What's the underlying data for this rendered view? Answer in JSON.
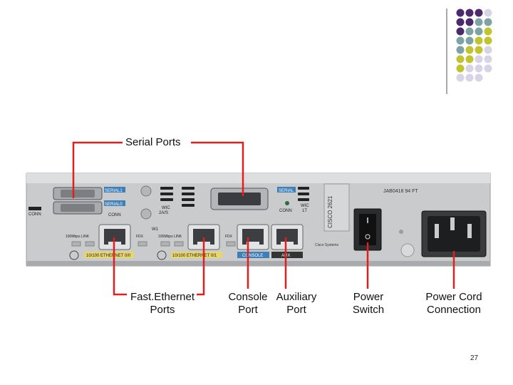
{
  "decor": {
    "dot_colors": {
      "purple": "#4b2a6b",
      "teal": "#7ea3a5",
      "olive": "#c2c330",
      "lavender": "#d8d4e6"
    },
    "rule_color": "#555555"
  },
  "callouts": {
    "serial_ports": "Serial Ports",
    "fast_ethernet": [
      "Fast.Ethernet",
      "Ports"
    ],
    "console": [
      "Console",
      "Port"
    ],
    "auxiliary": [
      "Auxiliary",
      "Port"
    ],
    "power_switch": [
      "Power",
      "Switch"
    ],
    "power_cord": [
      "Power Cord",
      "Connection"
    ]
  },
  "callout_line_color": "#e01f1f",
  "router_labels": {
    "serial1": "SERIAL1",
    "serial0": "SERIAL0",
    "conn_left": "CONN",
    "conn_mid": "CONN",
    "wic_left": [
      "WIC",
      "2A/S"
    ],
    "serial_right": "SERIAL",
    "conn_right": "CONN",
    "wic_right": [
      "WIC",
      "1T"
    ],
    "w1": "W1",
    "fe0_link": "100Mbps  LINK",
    "fe0_fdx": "FDX",
    "fe1_link": "100Mbps  LINK",
    "fe1_fdx": "FDX",
    "fe0_name": "10/100 ETHERNET 0/0",
    "fe1_name": "10/100 ETHERNET 0/1",
    "console_name": "CONSOLE",
    "aux_name": "AUX",
    "serial_number": "JAB0418 94 FT",
    "model": "CISCO 2621",
    "brand": "Cisco Systems"
  },
  "page_number": "27"
}
